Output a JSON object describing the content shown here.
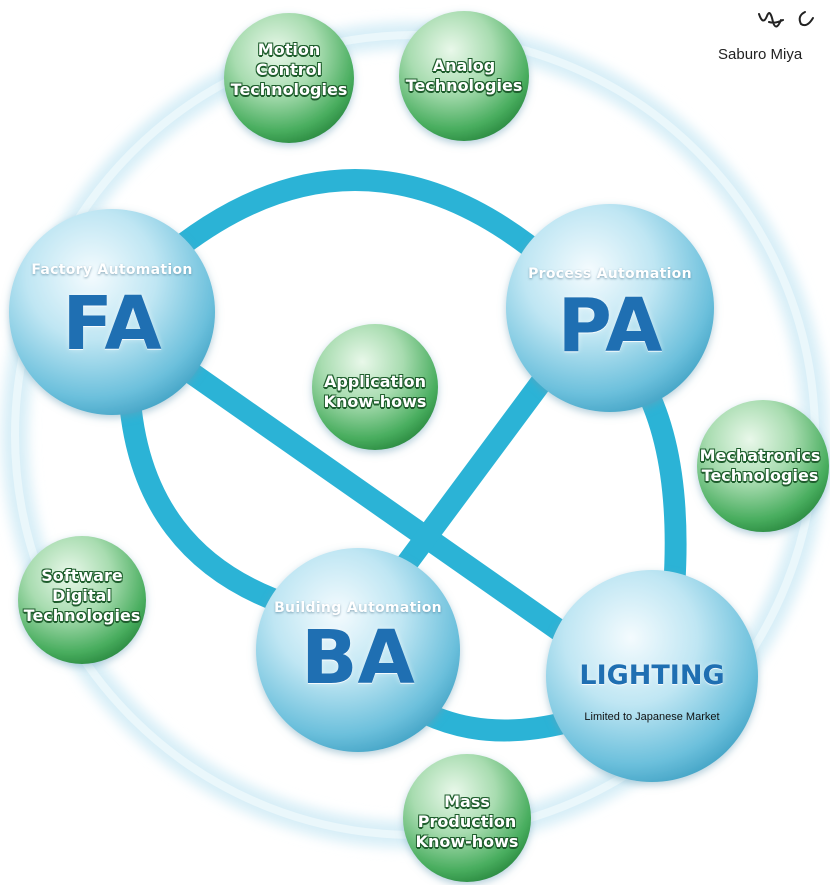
{
  "signature": {
    "name": "Saburo Miya"
  },
  "hubs": {
    "fa": {
      "subtitle": "Factory Automation",
      "acronym": "FA"
    },
    "pa": {
      "subtitle": "Process Automation",
      "acronym": "PA"
    },
    "ba": {
      "subtitle": "Building Automation",
      "acronym": "BA"
    },
    "lighting": {
      "title": "LIGHTING",
      "note": "Limited to Japanese Market"
    }
  },
  "technologies": {
    "motion": [
      "Motion",
      "Control",
      "Technologies"
    ],
    "analog": [
      "Analog",
      "Technologies"
    ],
    "application": [
      "Application",
      "Know-hows"
    ],
    "mechatronics": [
      "Mechatronics",
      "Technologies"
    ],
    "software": [
      "Software",
      "Digital",
      "Technologies"
    ],
    "mass": [
      "Mass",
      "Production",
      "Know-hows"
    ]
  },
  "colors": {
    "ring": "#cfeaf5",
    "connector": "#2bb3d6",
    "hub_light": "#e6f7fc",
    "hub_dark": "#5cb8d6",
    "tech_light": "#d5f0d8",
    "tech_dark": "#2e9a48",
    "acronym": "#1f6fb2"
  }
}
